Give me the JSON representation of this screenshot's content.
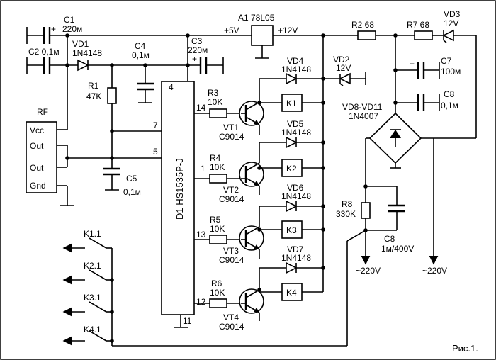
{
  "labels": {
    "c1_ref": "C1",
    "c1_val": "220м",
    "c2": "C2 0,1м",
    "vd1_ref": "VD1",
    "vd1_type": "1N4148",
    "c4_ref": "C4",
    "c4_val": "0,1м",
    "c3_ref": "C3",
    "c3_val": "220м",
    "a1": "A1 78L05",
    "plus5v": "+5V",
    "plus12v": "+12V",
    "r2": "R2 68",
    "r7": "R7 68",
    "vd3_ref": "VD3",
    "vd3_val": "12V",
    "vd2_ref": "VD2",
    "vd2_val": "12V",
    "vd4_ref": "VD4",
    "vd4_type": "1N4148",
    "c7_ref": "C7",
    "c7_val": "100м",
    "c8a_ref": "C8",
    "c8a_val": "0,1м",
    "r1_ref": "R1",
    "r1_val": "47K",
    "rf": "RF",
    "vcc": "Vcc",
    "out1": "Out",
    "out2": "Out",
    "gnd": "Gnd",
    "pin4": "4",
    "pin7": "7",
    "pin5": "5",
    "pin14": "14",
    "pin1": "1",
    "pin13": "13",
    "pin12": "12",
    "pin11": "11",
    "c5_ref": "C5",
    "c5_val": "0,1м",
    "d1": "D1  HS1535P-J",
    "r3_ref": "R3",
    "r3_val": "10K",
    "r4_ref": "R4",
    "r4_val": "10K",
    "r5_ref": "R5",
    "r5_val": "10K",
    "r6_ref": "R6",
    "r6_val": "10K",
    "vt1": "VT1",
    "vt1_type": "C9014",
    "vt2": "VT2",
    "vt2_type": "C9014",
    "vt3": "VT3",
    "vt3_type": "C9014",
    "vt4": "VT4",
    "vt4_type": "C9014",
    "k1": "K1",
    "k2": "K2",
    "k3": "K3",
    "k4": "K4",
    "vd5_ref": "VD5",
    "vd5_type": "1N4148",
    "vd6_ref": "VD6",
    "vd6_type": "1N4148",
    "vd7_ref": "VD7",
    "vd7_type": "1N4148",
    "vd8_ref": "VD8-VD11",
    "vd8_type": "1N4007",
    "r8_ref": "R8",
    "r8_val": "330K",
    "c8b_ref": "C8",
    "c8b_val": "1м/400V",
    "ac1": "~220V",
    "ac2": "~220V",
    "k11": "K1.1",
    "k21": "K2.1",
    "k31": "K3.1",
    "k41": "K4.1",
    "fig": "Рис.1."
  }
}
